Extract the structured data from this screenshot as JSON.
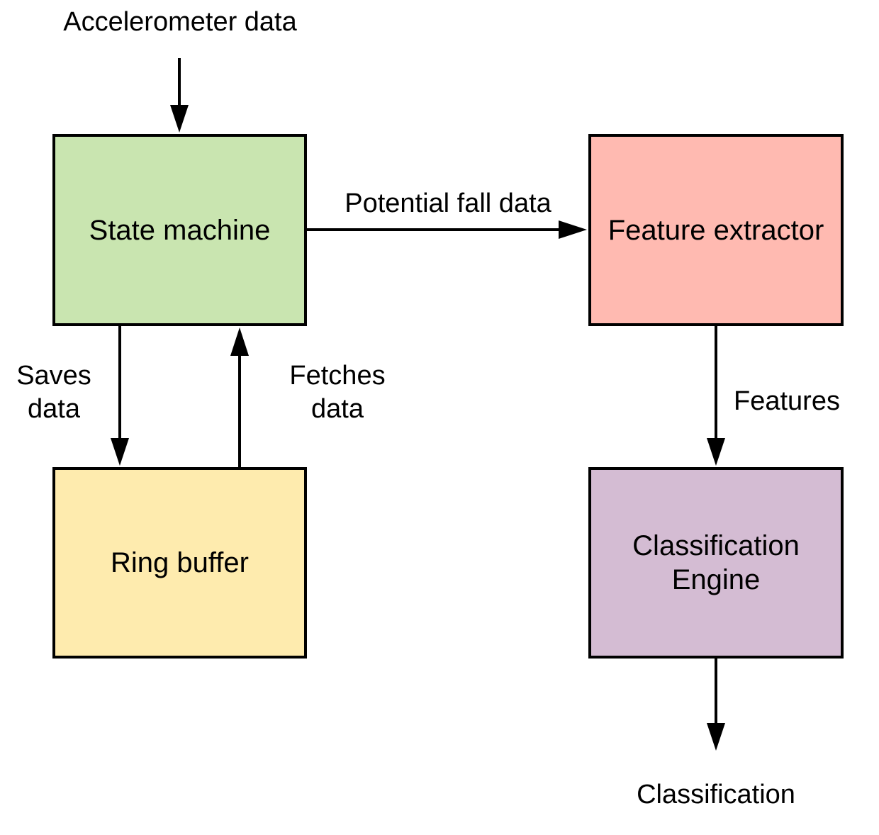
{
  "diagram": {
    "colors": {
      "stroke": "#000000",
      "state_machine": "#c9e5b0",
      "feature_extractor": "#ffbab1",
      "ring_buffer": "#feebae",
      "classification_engine": "#d4bcd3"
    },
    "nodes": {
      "state_machine": {
        "label": "State machine"
      },
      "feature_extractor": {
        "label": "Feature extractor"
      },
      "ring_buffer": {
        "label": "Ring buffer"
      },
      "classification_engine": {
        "label": "Classification\nEngine"
      }
    },
    "labels": {
      "input": "Accelerometer data",
      "potential_fall": "Potential fall data",
      "saves": "Saves\ndata",
      "fetches": "Fetches\ndata",
      "features": "Features",
      "output": "Classification"
    },
    "edges": [
      {
        "from": "input",
        "to": "state_machine",
        "label": "Accelerometer data"
      },
      {
        "from": "state_machine",
        "to": "feature_extractor",
        "label": "Potential fall data"
      },
      {
        "from": "state_machine",
        "to": "ring_buffer",
        "label": "Saves data"
      },
      {
        "from": "ring_buffer",
        "to": "state_machine",
        "label": "Fetches data"
      },
      {
        "from": "feature_extractor",
        "to": "classification_engine",
        "label": "Features"
      },
      {
        "from": "classification_engine",
        "to": "output",
        "label": "Classification"
      }
    ]
  }
}
